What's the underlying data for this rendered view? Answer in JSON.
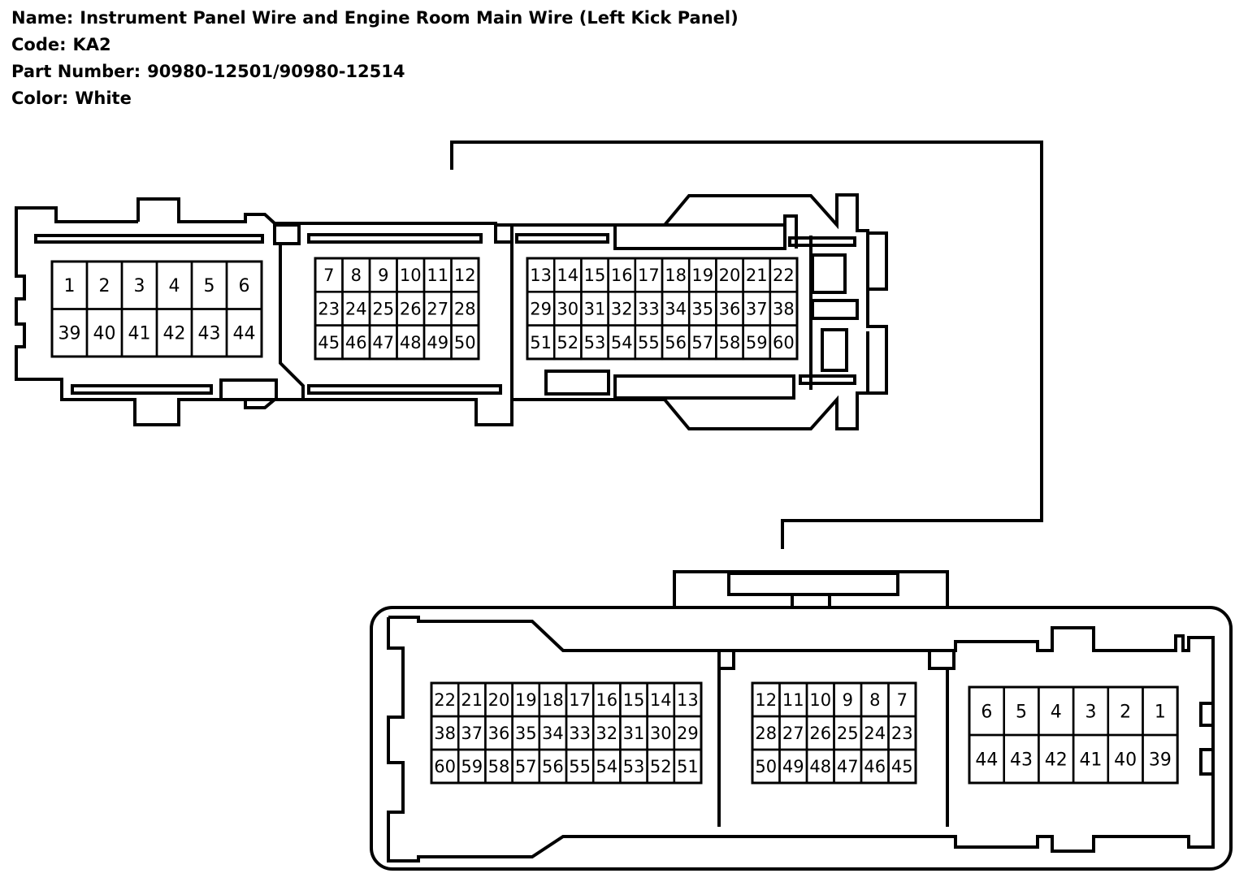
{
  "header": {
    "name_label": "Name:",
    "name_value": "Instrument Panel Wire and Engine Room Main Wire (Left Kick Panel)",
    "code_label": "Code:",
    "code_value": "KA2",
    "part_label": "Part Number:",
    "part_value": "90980-12501/90980-12514",
    "color_label": "Color:",
    "color_value": "White"
  },
  "connectors": [
    {
      "id": "top",
      "blocks": [
        [
          [
            "1",
            "2",
            "3",
            "4",
            "5",
            "6"
          ],
          [
            "39",
            "40",
            "41",
            "42",
            "43",
            "44"
          ]
        ],
        [
          [
            "7",
            "8",
            "9",
            "10",
            "11",
            "12"
          ],
          [
            "23",
            "24",
            "25",
            "26",
            "27",
            "28"
          ],
          [
            "45",
            "46",
            "47",
            "48",
            "49",
            "50"
          ]
        ],
        [
          [
            "13",
            "14",
            "15",
            "16",
            "17",
            "18",
            "19",
            "20",
            "21",
            "22"
          ],
          [
            "29",
            "30",
            "31",
            "32",
            "33",
            "34",
            "35",
            "36",
            "37",
            "38"
          ],
          [
            "51",
            "52",
            "53",
            "54",
            "55",
            "56",
            "57",
            "58",
            "59",
            "60"
          ]
        ]
      ]
    },
    {
      "id": "bottom",
      "blocks": [
        [
          [
            "22",
            "21",
            "20",
            "19",
            "18",
            "17",
            "16",
            "15",
            "14",
            "13"
          ],
          [
            "38",
            "37",
            "36",
            "35",
            "34",
            "33",
            "32",
            "31",
            "30",
            "29"
          ],
          [
            "60",
            "59",
            "58",
            "57",
            "56",
            "55",
            "54",
            "53",
            "52",
            "51"
          ]
        ],
        [
          [
            "12",
            "11",
            "10",
            "9",
            "8",
            "7"
          ],
          [
            "28",
            "27",
            "26",
            "25",
            "24",
            "23"
          ],
          [
            "50",
            "49",
            "48",
            "47",
            "46",
            "45"
          ]
        ],
        [
          [
            "6",
            "5",
            "4",
            "3",
            "2",
            "1"
          ],
          [
            "44",
            "43",
            "42",
            "41",
            "40",
            "39"
          ]
        ]
      ]
    }
  ]
}
